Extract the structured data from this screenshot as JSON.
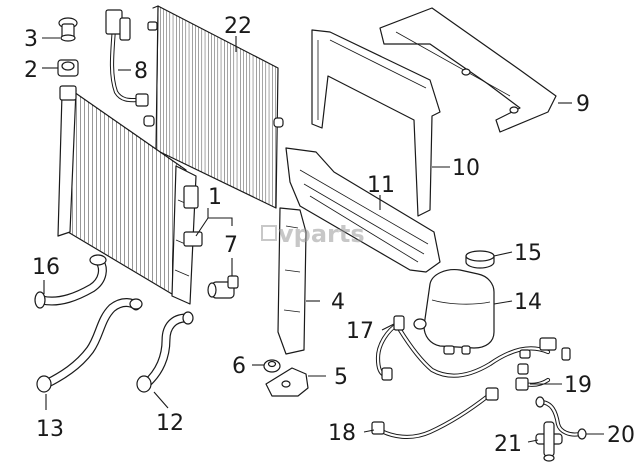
{
  "watermark": "vparts",
  "callouts": [
    {
      "id": "c1",
      "label": "1"
    },
    {
      "id": "c2",
      "label": "2"
    },
    {
      "id": "c3",
      "label": "3"
    },
    {
      "id": "c4",
      "label": "4"
    },
    {
      "id": "c5",
      "label": "5"
    },
    {
      "id": "c6",
      "label": "6"
    },
    {
      "id": "c7",
      "label": "7"
    },
    {
      "id": "c8",
      "label": "8"
    },
    {
      "id": "c9",
      "label": "9"
    },
    {
      "id": "c10",
      "label": "10"
    },
    {
      "id": "c11",
      "label": "11"
    },
    {
      "id": "c12",
      "label": "12"
    },
    {
      "id": "c13",
      "label": "13"
    },
    {
      "id": "c14",
      "label": "14"
    },
    {
      "id": "c15",
      "label": "15"
    },
    {
      "id": "c16",
      "label": "16"
    },
    {
      "id": "c17",
      "label": "17"
    },
    {
      "id": "c18",
      "label": "18"
    },
    {
      "id": "c19",
      "label": "19"
    },
    {
      "id": "c20",
      "label": "20"
    },
    {
      "id": "c21",
      "label": "21"
    },
    {
      "id": "c22",
      "label": "22"
    }
  ]
}
